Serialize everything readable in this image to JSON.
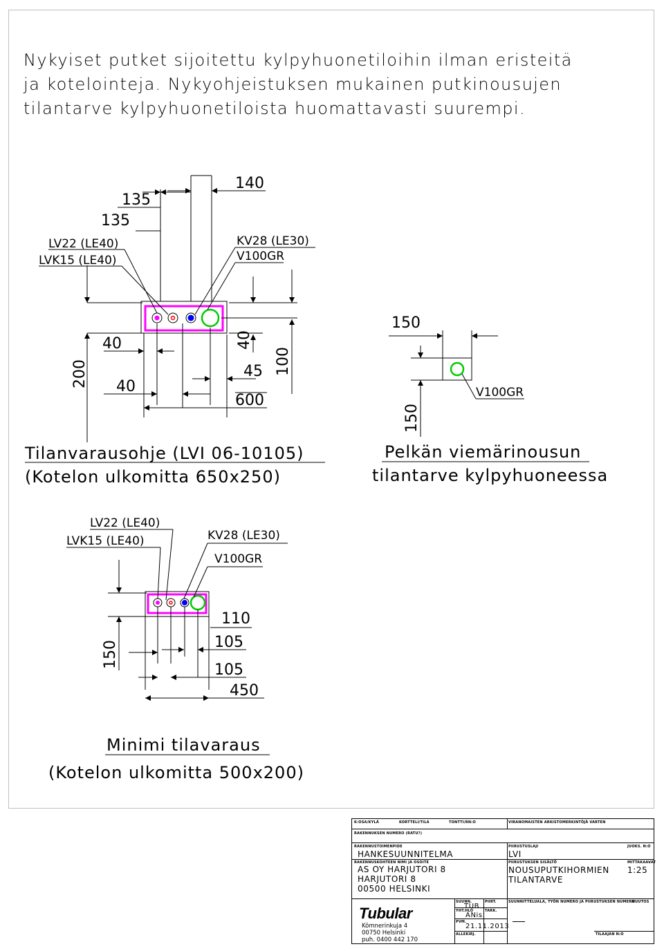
{
  "intro": {
    "line1": "Nykyiset putket sijoitettu kylpyhuonetiloihin ilman eristeitä",
    "line2": "ja kotelointeja. Nykyohjeistuksen mukainen putkinousujen",
    "line3": "tilantarve kylpyhuonetiloista huomattavasti suurempi."
  },
  "colors": {
    "magenta": "#ff00ff",
    "red": "#ff0000",
    "blue": "#0000ff",
    "green": "#00cc00",
    "frame": "#bfbfbf"
  },
  "diagram1": {
    "dim_135_top": "135",
    "dim_135_mid": "135",
    "dim_140": "140",
    "label_lv22": "LV22 (LE40)",
    "label_lvk15": "LVK15 (LE40)",
    "label_kv28": "KV28 (LE30)",
    "label_v100gr": "V100GR",
    "dim_200": "200",
    "dim_40_a": "40",
    "dim_40_b": "40",
    "dim_40_c": "40",
    "dim_45": "45",
    "dim_100": "100",
    "dim_600": "600",
    "caption1": "Tilanvarausohje (LVI 06-10105)",
    "caption2": "(Kotelon ulkomitta 650x250)"
  },
  "diagram2": {
    "dim_150_top": "150",
    "dim_150_side": "150",
    "label_v100gr": "V100GR",
    "caption1": "Pelkän viemärinousun",
    "caption2": "tilantarve kylpyhuoneessa"
  },
  "diagram3": {
    "label_lv22": "LV22 (LE40)",
    "label_lvk15": "LVK15 (LE40)",
    "label_kv28": "KV28 (LE30)",
    "label_v100gr": "V100GR",
    "dim_150": "150",
    "dim_110": "110",
    "dim_105_a": "105",
    "dim_105_b": "105",
    "dim_450": "450",
    "caption1": "Minimi tilavaraus",
    "caption2": "(Kotelon ulkomitta 500x200)"
  },
  "titleblock": {
    "kosa_label": "K:OSA/KYLÄ",
    "kortteli_label": "KORTTELI/TILA",
    "tontti_label": "TONTTI/RN:O",
    "viranomainen_label": "VIRANOMAISTEN ARKISTOMERKINTÖJÄ VARTEN",
    "rakennus_numero_label": "RAKENNUKSEN NUMERO (RATU?)",
    "toimenpide_label": "RAKENNUSTOIMENPIDE",
    "toimenpide_value": "HANKESUUNNITELMA",
    "piirustuslaji_label": "PIIRUSTUSLAJI",
    "piirustuslaji_value": "LVI",
    "juoks_label": "JUOKS. N:O",
    "kohde_label": "RAKENNUSKOHTEEN NIMI JA OSOITE",
    "kohde_line1": "AS OY HARJUTORI 8",
    "kohde_line2": "HARJUTORI 8",
    "kohde_line3": "00500 HELSINKI",
    "sisalto_label": "PIIRUSTUKSEN SISÄLTÖ",
    "sisalto_line1": "NOUSUPUTKIHORMIEN",
    "sisalto_line2": "TILANTARVE",
    "mittakaava_label": "MITTAKAAVAT",
    "mittakaava_value": "1:25",
    "logo": "Tubular",
    "address1": "Kömnerinkuja 4",
    "address2": "00750 Helsinki",
    "address3": "puh. 0400 442 170",
    "suunn_label": "SUUNN.",
    "suunn_value": "TUB",
    "piirt_label": "PIIRT.",
    "yht_label": "YHT.HLÖ",
    "yht_value": "ANis",
    "tark_label": "TARK.",
    "pvm_label": "PVM.",
    "pvm_value": "21.11.2013",
    "allekirj_label": "ALLEKIRJ.",
    "suunnittelu_label": "SUUNNITTELUALA, TYÖN NUMERO JA PIIRUSTUKSEN NUMERO",
    "muutos_label": "MUUTOS",
    "tilaajan_label": "TILAAJAN N:O"
  }
}
